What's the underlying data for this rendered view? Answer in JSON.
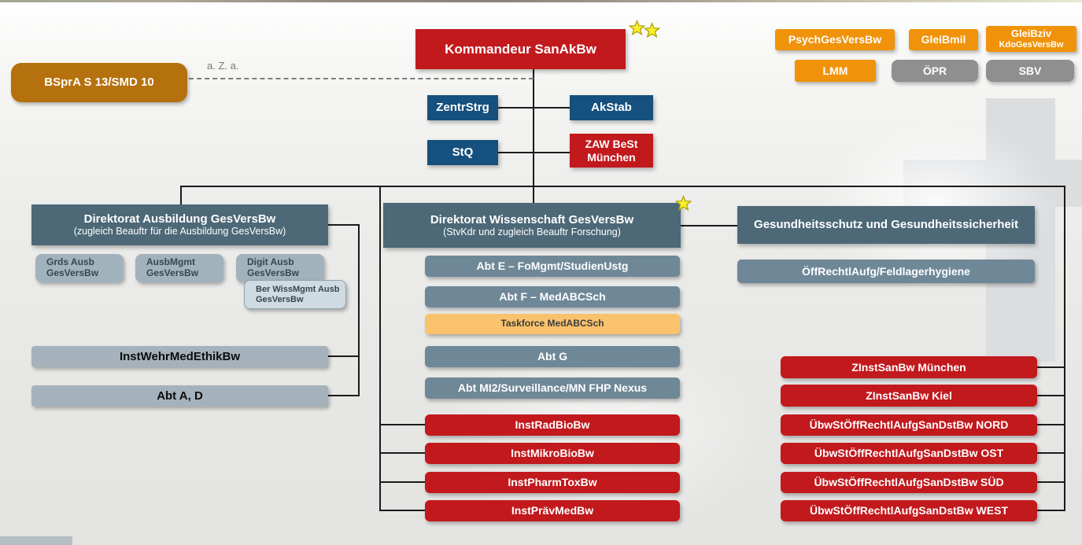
{
  "colors": {
    "red": "#c2191d",
    "dark_blue": "#15507e",
    "orange": "#f0930a",
    "brown_orange": "#b5710d",
    "slate_dark": "#4d6877",
    "slate": "#6f8898",
    "gray_blue": "#a2b2bc",
    "light_blue": "#cedbe2",
    "amber": "#fac26c",
    "gray": "#8f8f8f",
    "star_yellow": "#f9ef2d"
  },
  "stars": {
    "commander_count": 2,
    "science_count": 1
  },
  "header": {
    "commander": "Kommandeur SanAkBw",
    "bspra": "BSprA S 13/SMD 10",
    "assignment_note": "a. Z. a.",
    "zentrstrg": "ZentrStrg",
    "akstab": "AkStab",
    "stq": "StQ",
    "zaw_line1": "ZAW BeSt",
    "zaw_line2": "München"
  },
  "top_right": {
    "psych": "PsychGesVersBw",
    "gleibmil": "GleiBmil",
    "gleibziv_line1": "GleiBziv",
    "gleibziv_line2": "KdoGesVersBw",
    "lmm": "LMM",
    "oepr": "ÖPR",
    "sbv": "SBV"
  },
  "left": {
    "directorate_title": "Direktorat Ausbildung GesVersBw",
    "directorate_sub": "(zugleich Beauftr für die Ausbildung GesVersBw)",
    "sub1_line1": "Grds Ausb",
    "sub1_line2": "GesVersBw",
    "sub2_line1": "AusbMgmt",
    "sub2_line2": "GesVersBw",
    "sub3_line1": "Digit Ausb",
    "sub3_line2": "GesVersBw",
    "ber_line1": "Ber WissMgmt Ausb",
    "ber_line2": "GesVersBw",
    "ethik": "InstWehrMedEthikBw",
    "abt_ad": "Abt A, D"
  },
  "center": {
    "directorate_title": "Direktorat Wissenschaft GesVersBw",
    "directorate_sub": "(StvKdr und zugleich Beauftr Forschung)",
    "abt_e": "Abt E – FoMgmt/StudienUstg",
    "abt_f": "Abt F – MedABCSch",
    "taskforce": "Taskforce MedABCSch",
    "abt_g": "Abt G",
    "abt_mi2": "Abt MI2/Surveillance/MN FHP Nexus",
    "inst_rad": "InstRadBioBw",
    "inst_mikro": "InstMikroBioBw",
    "inst_pharm": "InstPharmToxBw",
    "inst_praev": "InstPrävMedBw"
  },
  "right": {
    "directorate_title": "Gesundheitsschutz und Gesundheitssicherheit",
    "oeffrechtl": "ÖffRechtlAufg/Feldlagerhygiene",
    "zinst_muenchen": "ZInstSanBw München",
    "zinst_kiel": "ZInstSanBw Kiel",
    "uebwst_nord": "ÜbwStÖffRechtlAufgSanDstBw NORD",
    "uebwst_ost": "ÜbwStÖffRechtlAufgSanDstBw OST",
    "uebwst_sued": "ÜbwStÖffRechtlAufgSanDstBw SÜD",
    "uebwst_west": "ÜbwStÖffRechtlAufgSanDstBw WEST"
  }
}
